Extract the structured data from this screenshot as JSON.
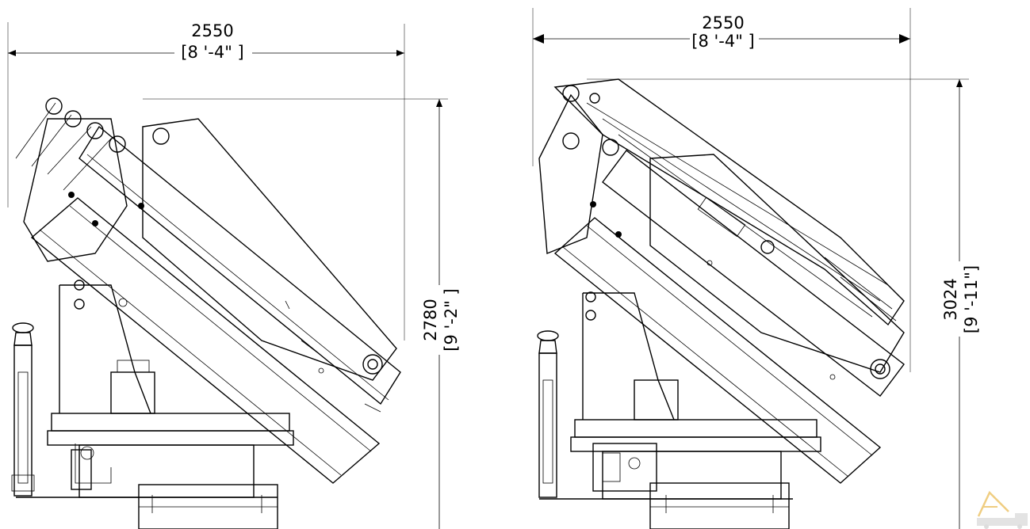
{
  "left_view": {
    "width_mm": "2550",
    "width_ftin": "[8 '-4\" ]",
    "height_mm": "2780",
    "height_ftin": "[9 '-2\" ]"
  },
  "right_view": {
    "width_mm": "2550",
    "width_ftin": "[8 '-4\" ]",
    "height_mm": "3024",
    "height_ftin": "[9 '-11\"]"
  },
  "colors": {
    "line": "#000000",
    "background": "#ffffff",
    "watermark": "#e9b94d"
  },
  "watermark_icon": "truck-crane-logo-icon"
}
